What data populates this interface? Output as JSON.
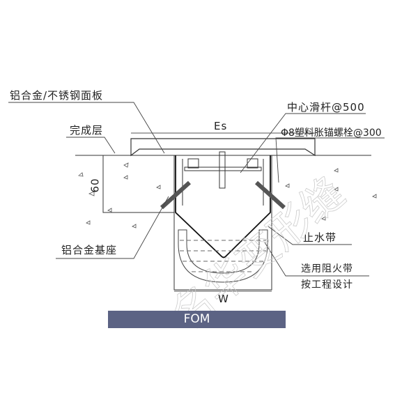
{
  "labels": {
    "panel": "铝合金/不锈钢面板",
    "finish_layer": "完成层",
    "center_rod": "中心滑杆@500",
    "anchor_bolt": "Φ8塑料胀锚螺栓@300",
    "waterstop": "止水带",
    "fire_barrier_line1": "选用阻火带",
    "fire_barrier_line2": "按工程设计",
    "base": "铝合金基座"
  },
  "dimensions": {
    "es": "Es",
    "depth": "60",
    "w": "W"
  },
  "model": "FOM",
  "watermark": "名华变形缝",
  "colors": {
    "model_bar": "#5c6384",
    "line": "#333333"
  }
}
